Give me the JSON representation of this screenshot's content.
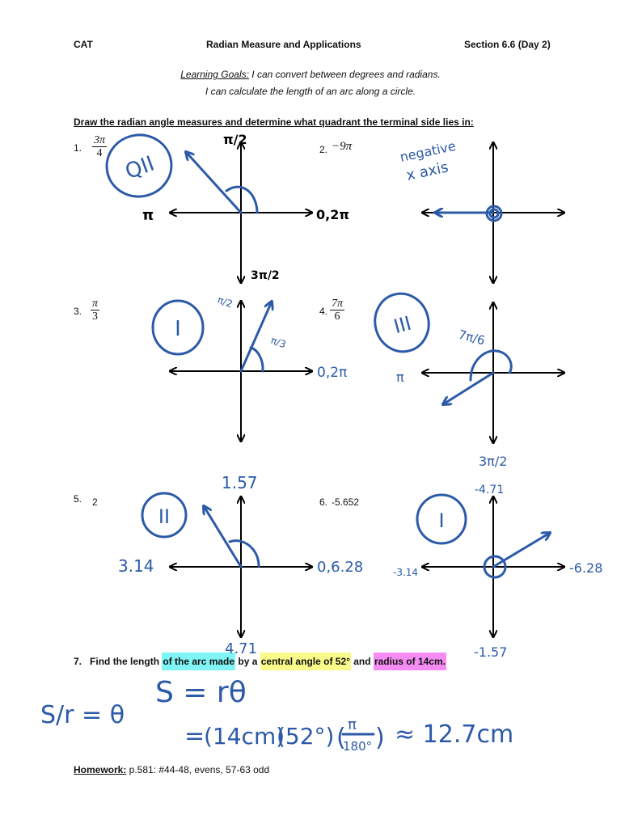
{
  "header": {
    "left": "CAT",
    "title": "Radian Measure and Applications",
    "section": "Section  6.6 (Day 2)"
  },
  "goals": {
    "label": "Learning Goals:",
    "line1": " I can convert between degrees and radians.",
    "line2": "I can calculate the length of an arc along a circle."
  },
  "instructions": "Draw the radian angle measures and determine what quadrant the terminal side lies in:",
  "problems": [
    {
      "num": "1.",
      "top": "3π",
      "bot": "4"
    },
    {
      "num": "2.",
      "value": "−9π"
    },
    {
      "num": "3.",
      "top": "π",
      "bot": "3"
    },
    {
      "num": "4.",
      "top": "7π",
      "bot": "6"
    },
    {
      "num": "5.",
      "value": "2"
    },
    {
      "num": "6.",
      "value": "-5.652"
    }
  ],
  "q7": {
    "num": "7.",
    "part1": "Find the length ",
    "hl1": "of the arc made",
    "part2": " by a ",
    "hl2": "central angle of 52°",
    "part3": " and ",
    "hl3": "radius of 14cm."
  },
  "homework": {
    "label": "Homework:",
    "text": "  p.581: #44-48, evens, 57-63 odd"
  },
  "handwriting": {
    "q1_quadrant": "QII",
    "q1_top": "π/2",
    "q1_left": "π",
    "q1_right": "0,2π",
    "q1_bottom": "3π/2",
    "q2_note_line1": "negative",
    "q2_note_line2": "x axis",
    "q3_quadrant": "I",
    "q3_top": "π/2",
    "q3_angle": "π/3",
    "q3_right": "0,2π",
    "q4_quadrant": "III",
    "q4_angle": "7π/6",
    "q4_left": "π",
    "q4_bottom": "3π/2",
    "q5_quadrant": "II",
    "q5_top": "1.57",
    "q5_left": "3.14",
    "q5_right": "0,6.28",
    "q5_bottom": "4.71",
    "q6_quadrant": "I",
    "q6_top": "-4.71",
    "q6_left": "-3.14",
    "q6_right": "-6.28",
    "q6_bottom": "-1.57",
    "formula1": "S = rθ",
    "formula2": "S/r = θ",
    "calc_eq": "=",
    "calc_14": "(14cm)",
    "calc_52": "(52°)",
    "calc_pi": "π",
    "calc_180": "180°",
    "calc_result": "≈ 12.7cm"
  },
  "colors": {
    "ink": "#2c5aa8",
    "highlight_cyan": "#7ff5f5",
    "highlight_yellow": "#fafa8a",
    "highlight_pink": "#f48cf4"
  }
}
